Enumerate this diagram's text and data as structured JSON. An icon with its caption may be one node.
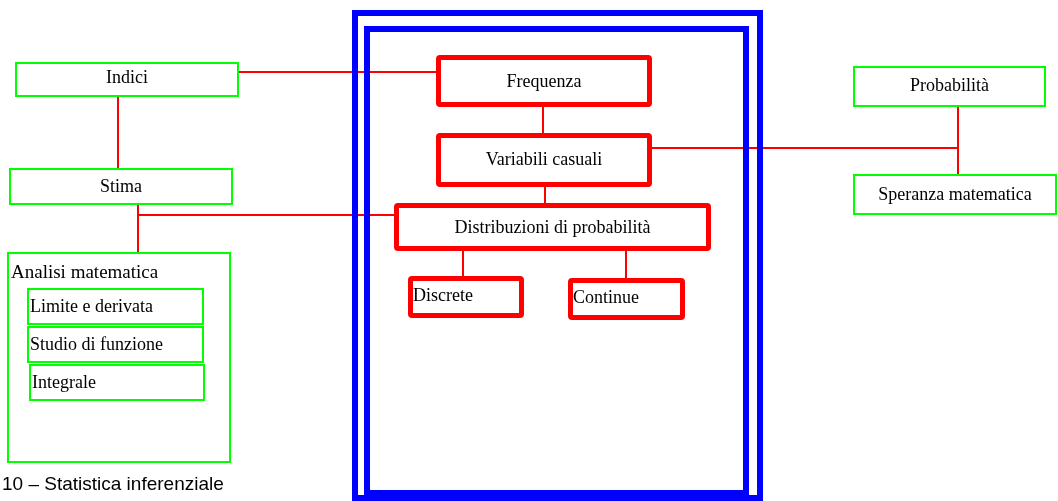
{
  "diagram": {
    "caption": "10 – Statistica inferenziale",
    "nodes": [
      {
        "text": [],
        "shape": "box"
      },
      {
        "text": [],
        "shape": "box",
        "in": 0
      },
      {
        "text": [
          "Frequenza"
        ],
        "in": 1
      },
      {
        "text": [
          "Variabili casuali"
        ],
        "in": 1
      },
      {
        "text": [
          "Distribuzioni di probabilità"
        ],
        "in": 1
      },
      {
        "text": [
          "Discrete"
        ],
        "in": 1
      },
      {
        "text": [
          "Continue"
        ],
        "in": 1
      },
      {
        "text": [
          "Indici"
        ]
      },
      {
        "text": [
          "Stima"
        ]
      },
      {
        "text": [
          "Analisi matematica"
        ]
      },
      {
        "text": [
          "Limite e derivata"
        ],
        "in": 9
      },
      {
        "text": [
          "Studio di funzione"
        ],
        "in": 9
      },
      {
        "text": [
          "Integrale"
        ],
        "in": 9
      },
      {
        "text": [
          "Probabilità"
        ]
      },
      {
        "text": [
          "Speranza matematica"
        ]
      }
    ],
    "edges": [
      {
        "from": 7,
        "to": 2,
        "arrow": "none"
      },
      {
        "from": 2,
        "to": 3,
        "arrow": "none"
      },
      {
        "from": 3,
        "to": 4,
        "arrow": "none"
      },
      {
        "from": 4,
        "to": 5,
        "arrow": "none"
      },
      {
        "from": 4,
        "to": 6,
        "arrow": "none"
      },
      {
        "from": 7,
        "to": 8,
        "arrow": "none"
      },
      {
        "from": 8,
        "to": 9,
        "arrow": "none"
      },
      {
        "from": 4,
        "to": 8,
        "arrow": "none"
      },
      {
        "from": 3,
        "to": 13,
        "arrow": "none"
      },
      {
        "from": 13,
        "to": 14,
        "arrow": "none"
      }
    ]
  }
}
